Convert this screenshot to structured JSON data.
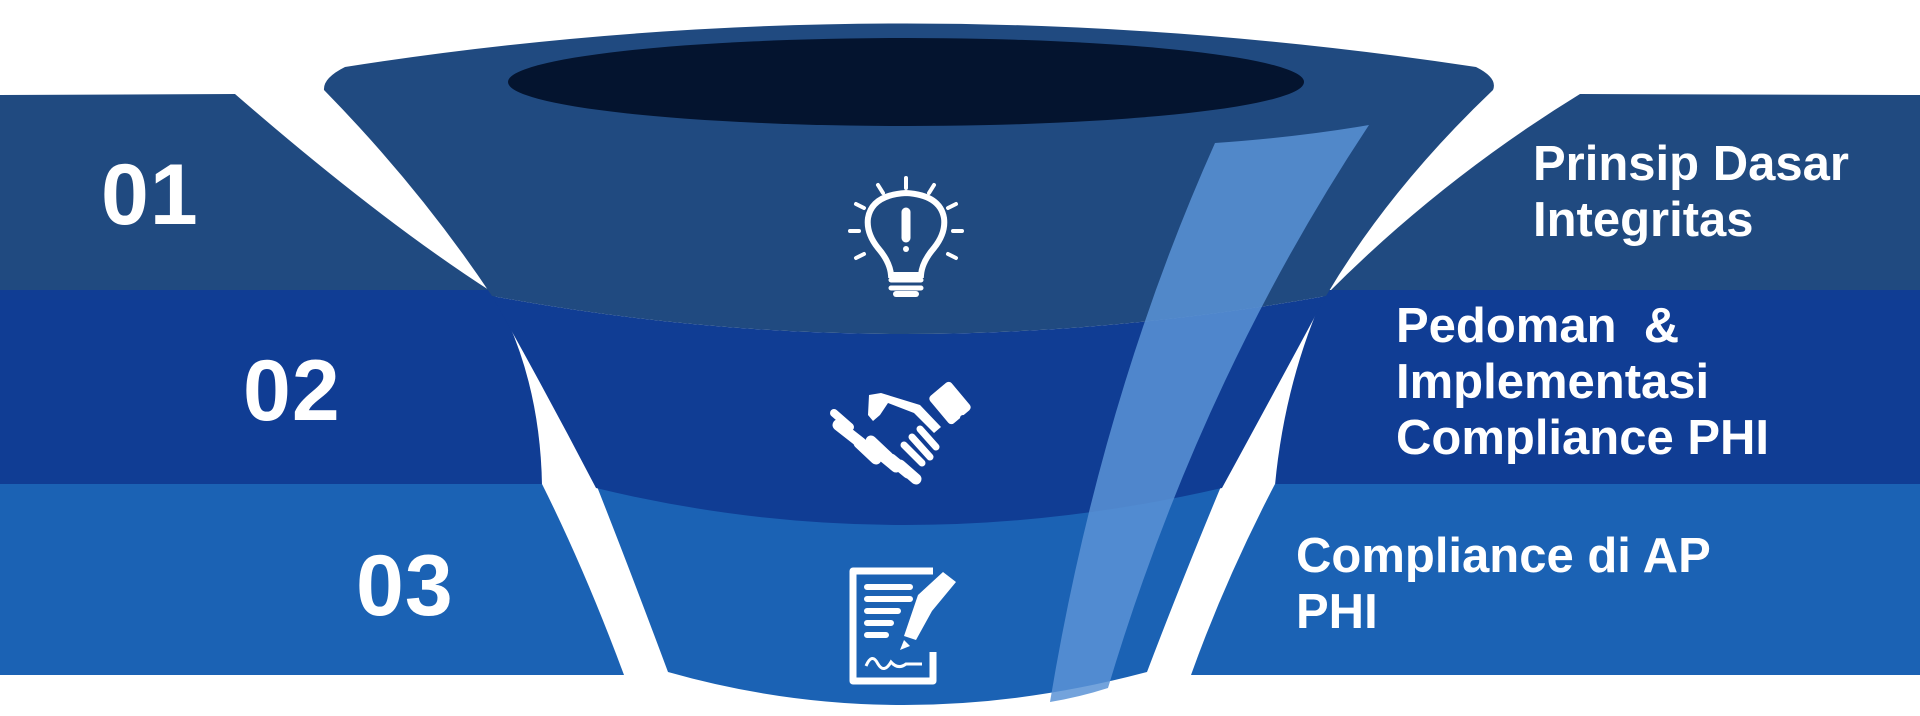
{
  "stages": [
    {
      "number": "01",
      "label": "Prinsip Dasar\nIntegritas",
      "icon": "lightbulb-icon",
      "color": "#204a80"
    },
    {
      "number": "02",
      "label": "Pedoman  &\nImplementasi\nCompliance PHI",
      "icon": "handshake-icon",
      "color": "#103d94"
    },
    {
      "number": "03",
      "label": "Compliance di AP\nPHI",
      "icon": "document-sign-icon",
      "color": "#1b62b4"
    }
  ],
  "colors": {
    "rim": "#204a80",
    "funnel_mouth": "#04142f",
    "highlight": "#5b93d6"
  }
}
